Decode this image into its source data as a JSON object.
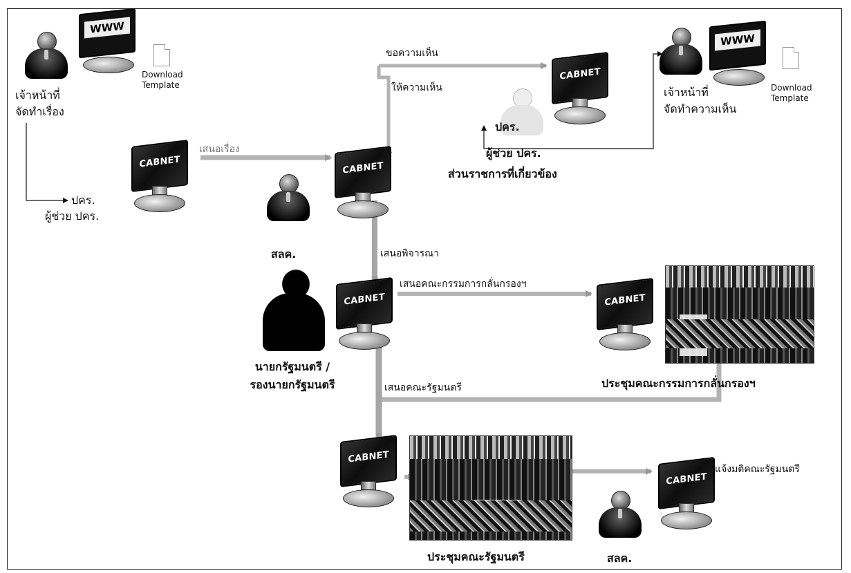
{
  "labels": {
    "officer_topic": [
      "เจ้าหน้าที่",
      "จัดทำเรื่อง"
    ],
    "download_template": [
      "Download",
      "Template"
    ],
    "pmr_assistant_left": [
      "ปคร.",
      "ผู้ช่วย ปคร."
    ],
    "propose_matter": "เสนอเรื่อง",
    "ask_opinion": "ขอความเห็น",
    "give_opinion": "ให้ความเห็น",
    "pmr_center": "ปคร.",
    "pmr_assistant_center": "ผู้ช่วย ปคร.",
    "related_agencies": "ส่วนราชการที่เกี่ยวข้อง",
    "officer_opinion": [
      "เจ้าหน้าที่",
      "จัดทำความเห็น"
    ],
    "slk_top": "สลค.",
    "propose_consider": "เสนอพิจารณา",
    "propose_screening": "เสนอคณะกรรมการกลั่นกรองฯ",
    "pm": [
      "นายกรัฐมนตรี /",
      "รองนายกรัฐมนตรี"
    ],
    "screening_meeting": "ประชุมคณะกรรมการกลั่นกรองฯ",
    "propose_cabinet": "เสนอคณะรัฐมนตรี",
    "cabinet_meeting": "ประชุมคณะรัฐมนตรี",
    "notify_resolution": "แจ้งมติคณะรัฐมนตรี",
    "slk_bottom": "สลค."
  },
  "screens": {
    "cabnet": "CABNET",
    "www": "WWW"
  },
  "colors": {
    "arrow": "#b3b3b3",
    "arrow_dark": "#8c8c8c",
    "line": "#111111"
  }
}
